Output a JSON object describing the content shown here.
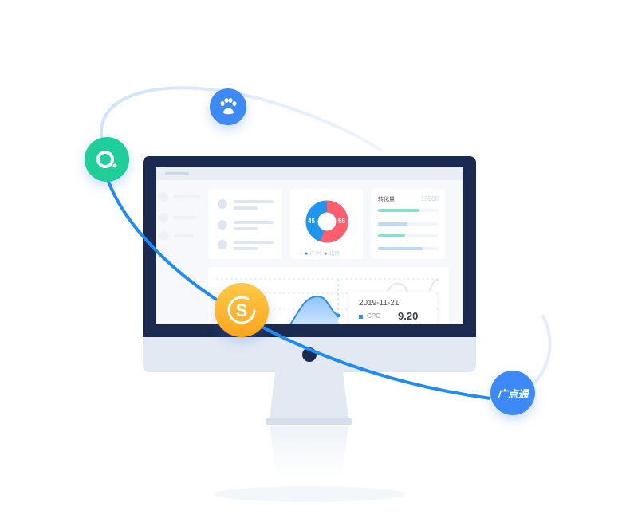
{
  "donut": {
    "left_value": "45",
    "right_value": "55",
    "legend": [
      {
        "label": "广州",
        "color": "#1e96ef"
      },
      {
        "label": "北京",
        "color": "#ff5f6d"
      }
    ]
  },
  "conversion": {
    "title": "转化量",
    "value": "16800",
    "bars": [
      0.7,
      0.5,
      0.45,
      0.75
    ]
  },
  "tooltip": {
    "date": "2019-11-21",
    "metric": "CPC",
    "value": "9.20"
  },
  "icons": [
    "app-q-icon",
    "baidu-paw-icon",
    "sogou-icon",
    "guangdiantong-icon"
  ],
  "guangdiantong_logo": "广点通",
  "colors": {
    "bezel": "#1b2a4e",
    "orbit": "#1e8cf5",
    "green": "#1ecf9a",
    "blue": "#3d8af7",
    "orange": "#fbb32a"
  }
}
